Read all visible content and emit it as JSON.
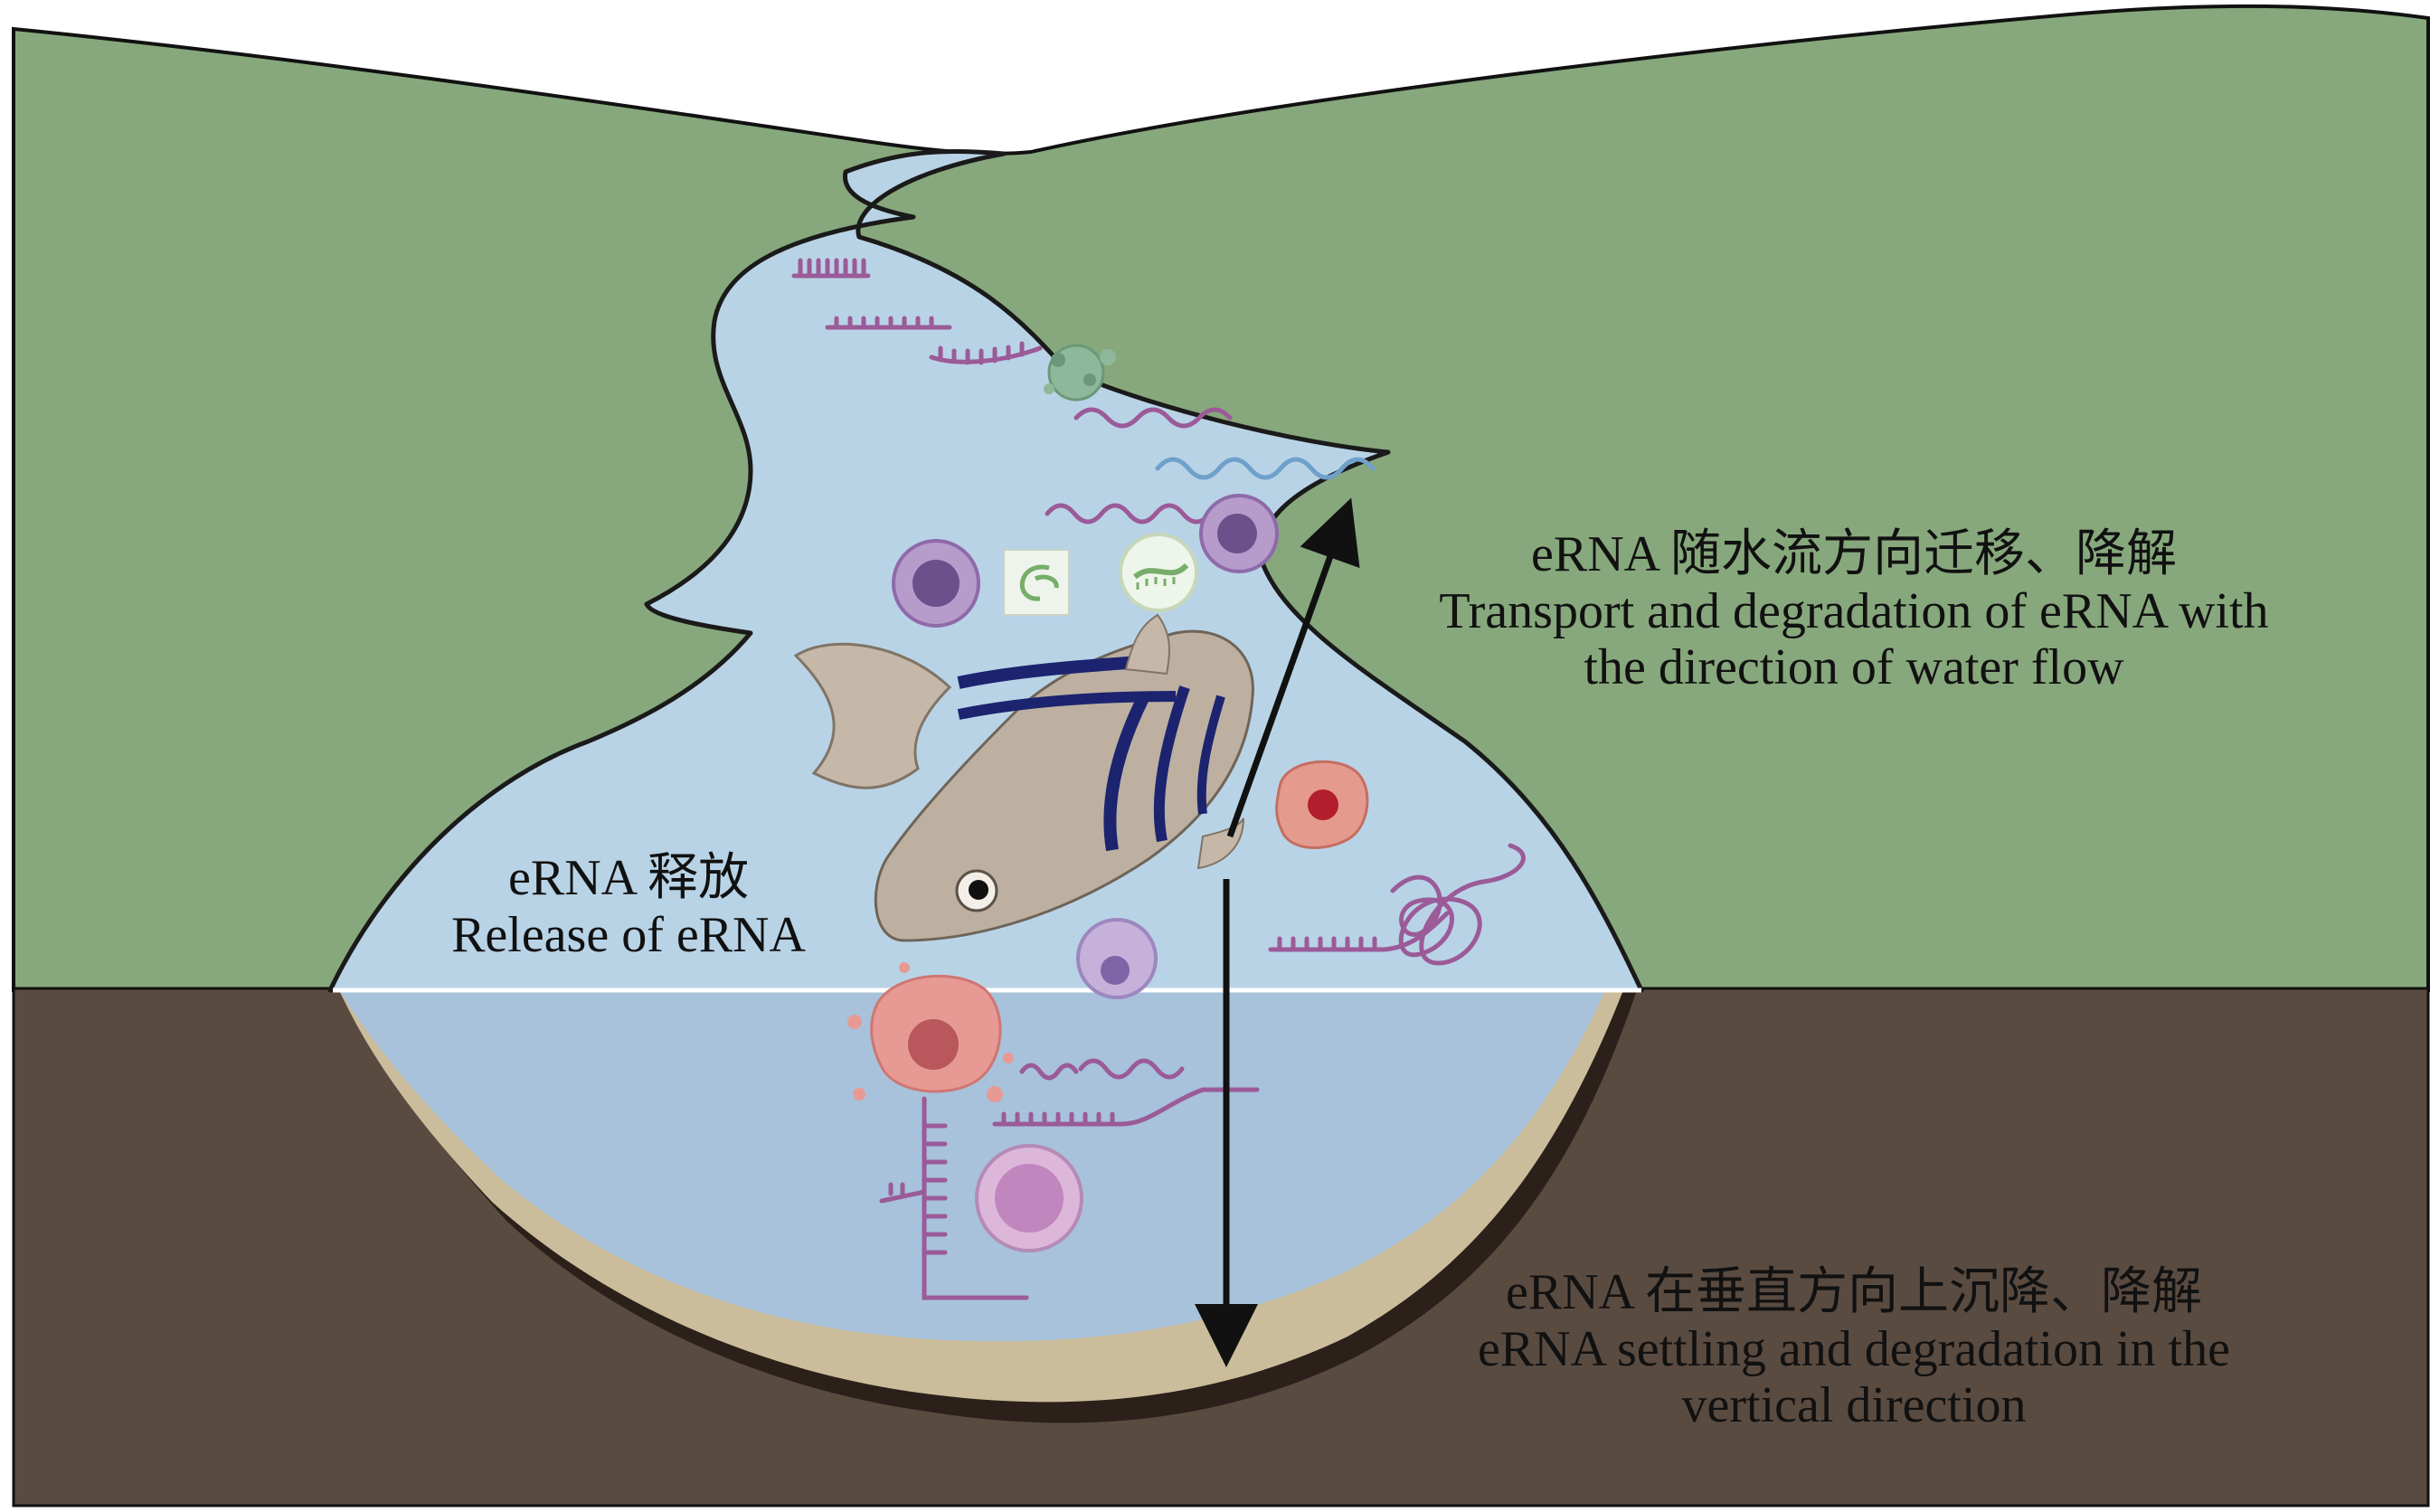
{
  "labels": {
    "transport": {
      "line1": "eRNA 随水流方向迁移、降解",
      "line2": "Transport and degradation of eRNA with",
      "line3": "the direction of water flow"
    },
    "release": {
      "line1": "eRNA 释放",
      "line2": "Release of eRNA"
    },
    "settling": {
      "line1": "eRNA 在垂直方向上沉降、降解",
      "line2": "eRNA settling and degradation in the",
      "line3": "vertical direction"
    }
  },
  "colors": {
    "hill": "#87a87c",
    "soil": "#5a4b41",
    "sediment": "#cbbd9b",
    "water": "#b9d3e6",
    "water_subsurface": "#a7c2da",
    "rna": "#9b5a98",
    "arrow": "#111111"
  }
}
